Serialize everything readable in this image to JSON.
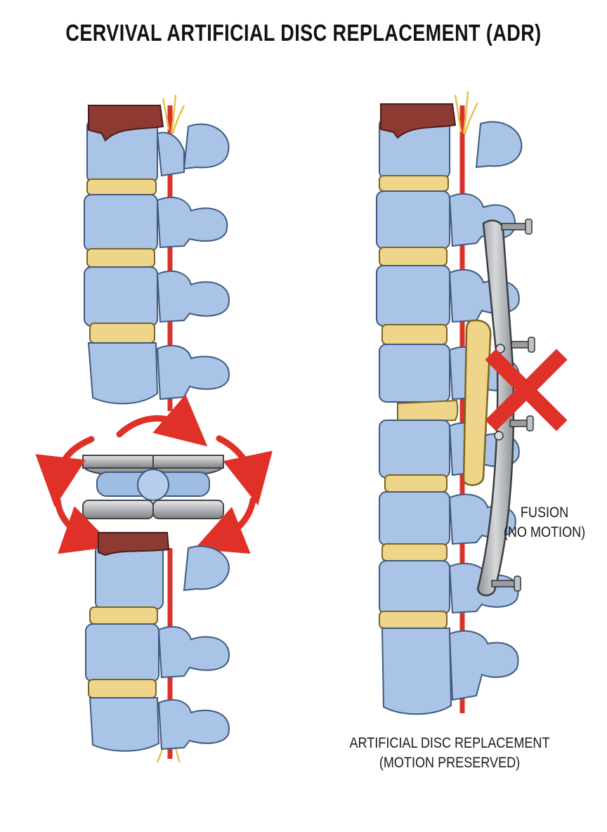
{
  "title": "CERVIVAL ARTIFICIAL DISC REPLACEMENT (ADR)",
  "labels": {
    "fusion_line1": "FUSION",
    "fusion_line2": "(NO MOTION)",
    "adr_line1": "ARTIFICIAL DISC REPLACEMENT",
    "adr_line2": "(MOTION PRESERVED)"
  },
  "colors": {
    "bone": "#a9c4e6",
    "bone_stroke": "#3f5a80",
    "disc": "#efd58a",
    "cord": "#d8332a",
    "metal": "#b9bcc0",
    "arrow": "#e03128",
    "cross": "#e03128"
  }
}
